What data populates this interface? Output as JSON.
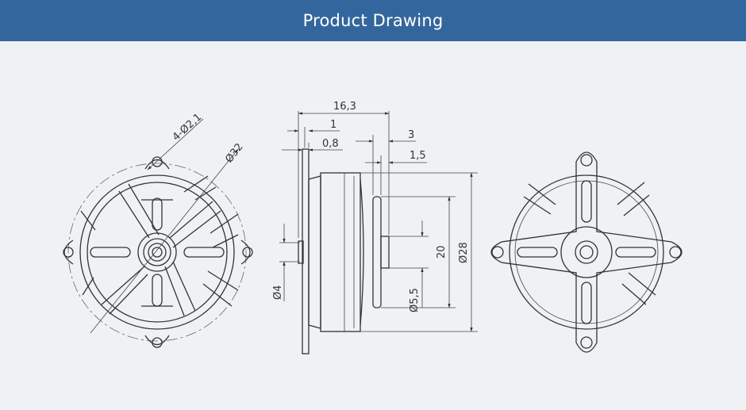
{
  "header": {
    "title": "Product Drawing"
  },
  "colors": {
    "header_bg": "#34669e",
    "background": "#eef2f5",
    "line": "#333333"
  },
  "dimensions": {
    "front_holes": "4-Ø2,1",
    "front_diameter": "Ø32",
    "length_total": "16,3",
    "flange_1": "1",
    "flange_0_8": "0,8",
    "shaft_3": "3",
    "shaft_1_5": "1,5",
    "shaft_diameter": "Ø4",
    "prop_adapter_diameter": "Ø5,5",
    "bell_20": "20",
    "bell_diameter": "Ø28"
  }
}
